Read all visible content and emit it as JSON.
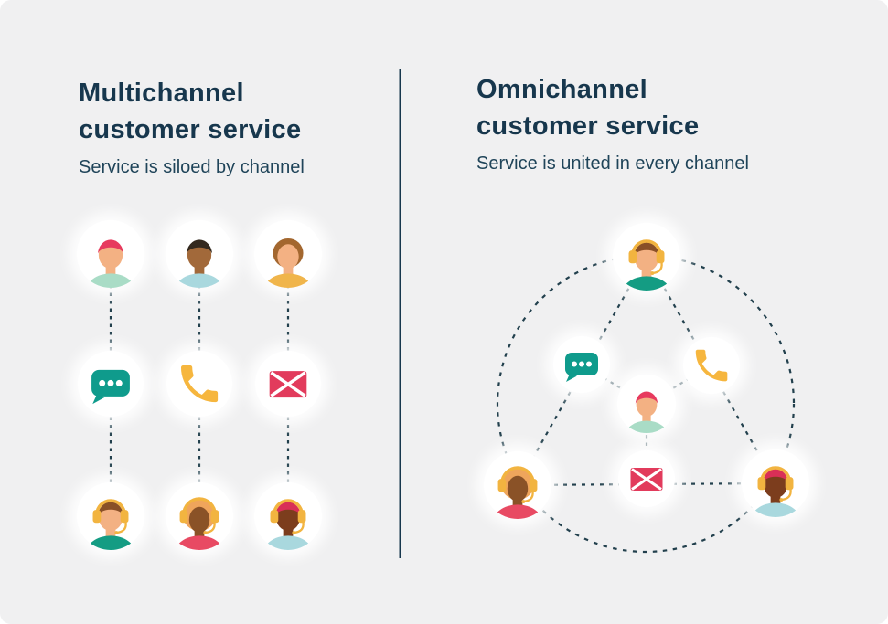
{
  "colors": {
    "background": "#f0f0f1",
    "title_text": "#17374d",
    "subtitle_text": "#1f4459",
    "divider": "#17374d",
    "dash": "#22404d",
    "node_background": "#ffffff",
    "chat": "#0f9b8c",
    "phone": "#f6b63e",
    "email": "#e23b5c",
    "headset": "#f2b440"
  },
  "left_panel": {
    "title": "Multichannel customer service",
    "subtitle": "Service is siloed by channel",
    "columns": [
      {
        "customer": "customer-pink-hair",
        "channel": "chat",
        "agent": "agent-green-shirt"
      },
      {
        "customer": "customer-black-hair",
        "channel": "phone",
        "agent": "agent-red-shirt"
      },
      {
        "customer": "customer-brown-hair",
        "channel": "email",
        "agent": "agent-blue-shirt"
      }
    ]
  },
  "right_panel": {
    "title": "Omnichannel customer service",
    "subtitle": "Service is united in every channel",
    "center_customer": "customer-pink-hair",
    "channels": [
      "chat",
      "phone",
      "email"
    ],
    "agents": {
      "top": "agent-green-shirt",
      "bottom_left": "agent-red-shirt",
      "bottom_right": "agent-blue-shirt"
    }
  },
  "channel_icons": [
    {
      "id": "chat",
      "name": "chat-bubble-icon",
      "color": "#0f9b8c"
    },
    {
      "id": "phone",
      "name": "phone-icon",
      "color": "#f6b63e"
    },
    {
      "id": "email",
      "name": "envelope-icon",
      "color": "#e23b5c"
    }
  ],
  "characters": {
    "customer-pink-hair": {
      "skin": "#f3b183",
      "hair": "#e73a5e",
      "shirt": "#a9dcc6",
      "style": "short",
      "headset": false
    },
    "customer-black-hair": {
      "skin": "#a2693a",
      "hair": "#33291f",
      "shirt": "#a9d8de",
      "style": "short",
      "headset": false
    },
    "customer-brown-hair": {
      "skin": "#f3b183",
      "hair": "#a3672f",
      "shirt": "#f0b54b",
      "style": "long",
      "headset": false
    },
    "agent-green-shirt": {
      "skin": "#f3b183",
      "hair": "#8a5027",
      "shirt": "#149c83",
      "style": "short",
      "headset": true
    },
    "agent-red-shirt": {
      "skin": "#8a5227",
      "hair": "#efa55c",
      "shirt": "#e84a63",
      "style": "big",
      "headset": true
    },
    "agent-blue-shirt": {
      "skin": "#7c3d1d",
      "hair": "#d92f57",
      "shirt": "#a9d8de",
      "style": "short",
      "headset": true
    }
  }
}
